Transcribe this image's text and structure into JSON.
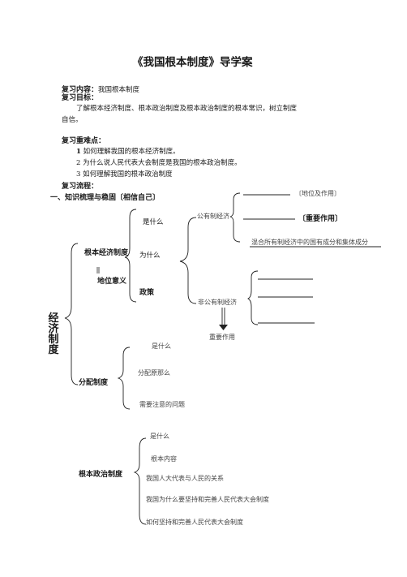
{
  "title": "《我国根本制度》导学案",
  "review_content": {
    "label": "复习内容：",
    "value": "我国根本制度"
  },
  "review_goal": {
    "label": "复习目标：",
    "line1": "了解根本经济制度、根本政治制度及根本政治制度的根本常识，树立制度",
    "line2": "自信。"
  },
  "key_points": {
    "label": "复习重难点：",
    "items": [
      {
        "num": "1",
        "text": "如何理解我国的根本经济制度。"
      },
      {
        "num": "2",
        "text": "为什么说人民代表大会制度是我国的根本政治制度。"
      },
      {
        "num": "3",
        "text": "如何理解我国的根本政治制度"
      }
    ]
  },
  "process_label": "复习流程：",
  "section1": "一、知识梳理与稳固〔相信自己〕",
  "econ": {
    "vertical_label": "经济制度",
    "basic_label": "根本经济制度",
    "status_label": "地位意义",
    "what": "是什么",
    "why": "为什么",
    "policy": "政策",
    "public": "公有制经济",
    "public_role_paren": "〔地位及作用〕",
    "public_role_bold": "〔重要作用〕",
    "mixed": "混合所有制经济中的国有成分和集体成分",
    "nonpublic": "非公有制经济",
    "important_role": "重要作用",
    "distribution_label": "分配制度",
    "dist_what": "是什么",
    "dist_principle": "分配原那么",
    "dist_notes": "需要注意的问题"
  },
  "politics": {
    "label": "根本政治制度",
    "what": "是什么",
    "content": "根本内容",
    "relation": "我国人大代表与人民的关系",
    "why": "我国为什么要坚持和完善人民代表大会制度",
    "how": "如何坚持和完善人民代表大会制度"
  }
}
